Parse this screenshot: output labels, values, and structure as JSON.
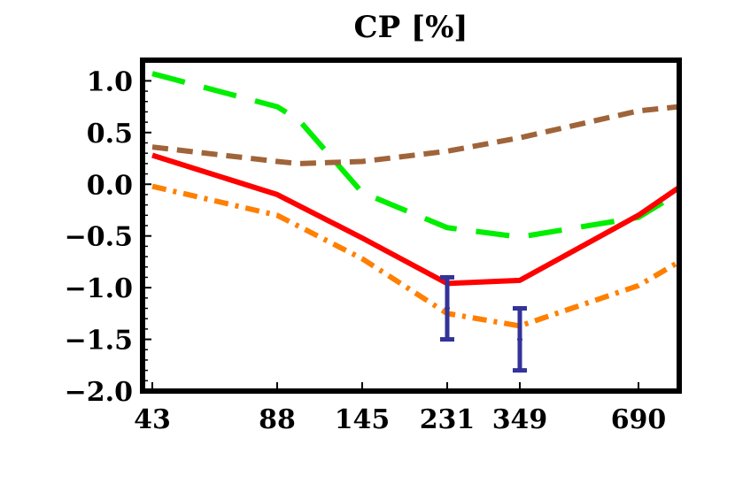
{
  "chart_data": {
    "type": "line",
    "title": "CP [%]",
    "xlabel": "",
    "ylabel": "",
    "x_ticks": [
      "43",
      "88",
      "145",
      "231",
      "349",
      "690"
    ],
    "y_ticks": [
      "1.0",
      "0.5",
      "0.0",
      "−0.5",
      "−1.0",
      "−1.5",
      "−2.0"
    ],
    "ylim": [
      -2.0,
      1.2
    ],
    "grid": false,
    "series": [
      {
        "color": "#00ee00",
        "style": "long-dash",
        "points": [
          [
            43,
            1.07
          ],
          [
            88,
            0.75
          ],
          [
            100,
            0.62
          ],
          [
            145,
            -0.08
          ],
          [
            231,
            -0.42
          ],
          [
            349,
            -0.51
          ],
          [
            690,
            -0.32
          ],
          [
            800,
            -0.08
          ]
        ]
      },
      {
        "color": "#a0643a",
        "style": "short-dash",
        "points": [
          [
            43,
            0.36
          ],
          [
            88,
            0.22
          ],
          [
            100,
            0.2
          ],
          [
            145,
            0.22
          ],
          [
            231,
            0.32
          ],
          [
            349,
            0.45
          ],
          [
            690,
            0.71
          ],
          [
            800,
            0.75
          ]
        ]
      },
      {
        "color": "#ff0000",
        "style": "solid",
        "points": [
          [
            43,
            0.28
          ],
          [
            88,
            -0.1
          ],
          [
            145,
            -0.52
          ],
          [
            231,
            -0.96
          ],
          [
            349,
            -0.93
          ],
          [
            690,
            -0.3
          ],
          [
            800,
            -0.03
          ]
        ]
      },
      {
        "color": "#ff8000",
        "style": "dash-dot",
        "points": [
          [
            43,
            -0.02
          ],
          [
            88,
            -0.3
          ],
          [
            145,
            -0.72
          ],
          [
            231,
            -1.25
          ],
          [
            349,
            -1.37
          ],
          [
            690,
            -0.98
          ],
          [
            800,
            -0.75
          ]
        ]
      }
    ],
    "error_bars": [
      {
        "x": 231,
        "center": -1.2,
        "low": -1.5,
        "high": -0.9,
        "color": "#333399"
      },
      {
        "x": 349,
        "center": -1.5,
        "low": -1.8,
        "high": -1.2,
        "color": "#333399"
      }
    ]
  }
}
